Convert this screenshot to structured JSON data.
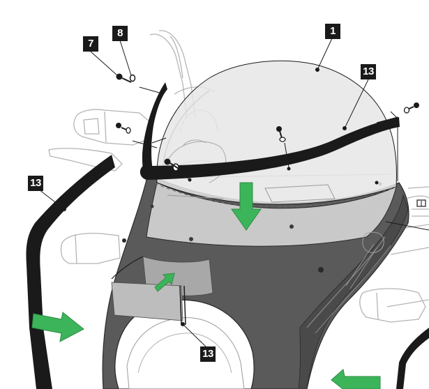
{
  "callouts": {
    "part_1": "1",
    "part_7": "7",
    "part_8": "8",
    "part_13_top": "13",
    "part_13_left": "13",
    "part_13_bottom": "13"
  },
  "colors": {
    "ink": "#1a1a1a",
    "outline": "#b4b4b4",
    "cowl": "#5a5a5a",
    "cowl_dark": "#4a4a4a",
    "screen": "#e6e6e6",
    "screen_edge": "#d0d0d0",
    "arrow": "#3cb55a",
    "label_box": "#1a1a1a",
    "label_text": "#ffffff"
  },
  "icons": {
    "direction_arrow": "green-arrow-icon",
    "fastener": "screw-icon",
    "washer": "washer-icon"
  }
}
